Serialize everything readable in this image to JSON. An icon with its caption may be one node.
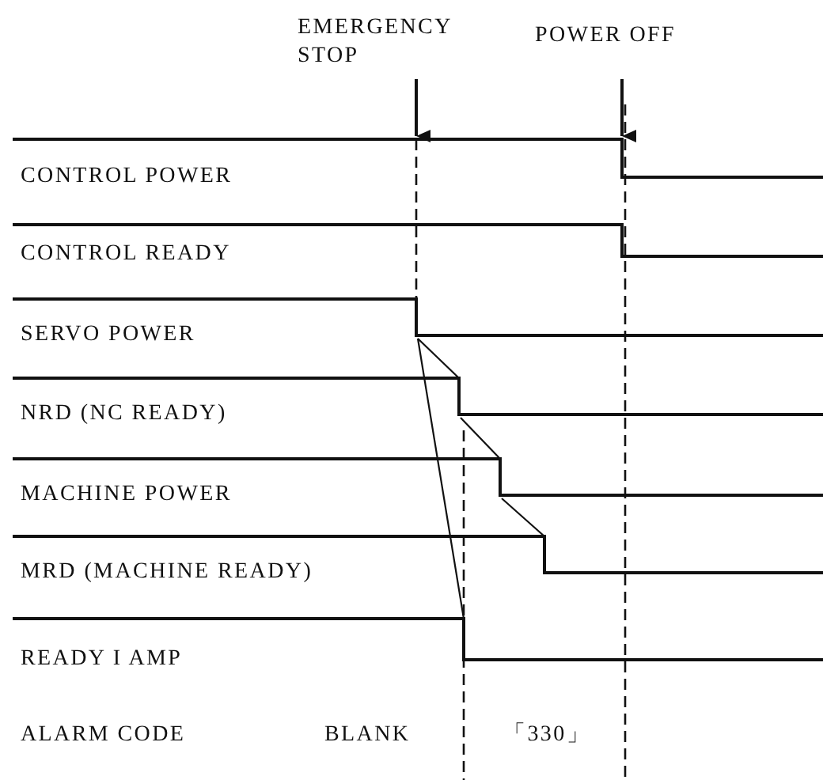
{
  "diagram": {
    "labels": [
      "EMERGENCY STOP",
      "POWER OFF",
      "CONTROL POWER",
      "CONTROL READY",
      "SERVO POWER",
      "NRD (NC READY)",
      "MACHINE POWER",
      "MRD (MACHINE READY)",
      "READY I AMP",
      "ALARM CODE",
      "BLANK",
      "「330」"
    ]
  }
}
